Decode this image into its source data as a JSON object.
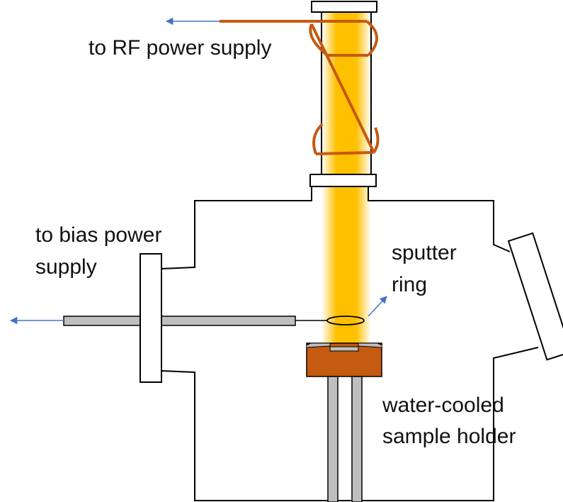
{
  "labels": {
    "rf_supply": "to RF power supply",
    "bias_line1": "to bias power",
    "bias_line2": "supply",
    "sputter_line1": "sputter",
    "sputter_line2": "ring",
    "holder_line1": "water-cooled",
    "holder_line2": "sample holder"
  },
  "colors": {
    "plasma": "#ffc000",
    "coil": "#c55a11",
    "holder_block": "#c55a11",
    "rod": "#bfbfbf",
    "arrow": "#4472c4",
    "outline": "#000000"
  }
}
